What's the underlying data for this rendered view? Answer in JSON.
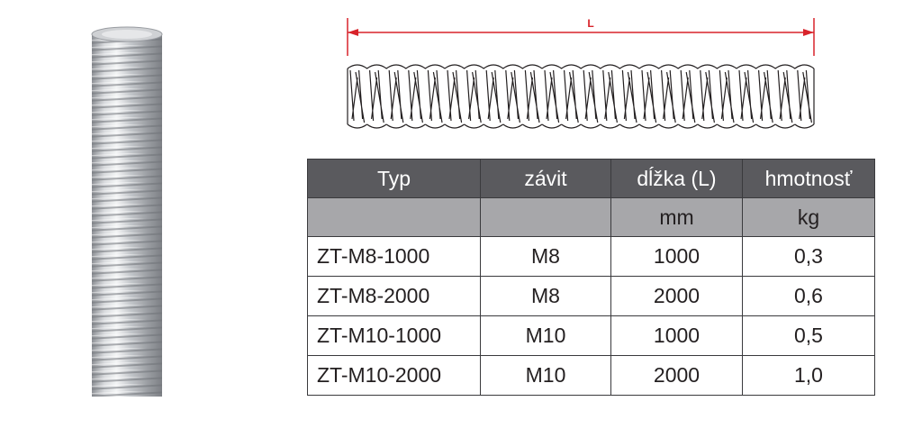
{
  "drawing": {
    "dimension_label": "L",
    "line_color": "#d8232a"
  },
  "table": {
    "headers": [
      "Typ",
      "závit",
      "dĺžka (L)",
      "hmotnosť"
    ],
    "units": [
      "",
      "",
      "mm",
      "kg"
    ],
    "rows": [
      {
        "typ": "ZT-M8-1000",
        "zavit": "M8",
        "dlzka": "1000",
        "hmotnost": "0,3"
      },
      {
        "typ": "ZT-M8-2000",
        "zavit": "M8",
        "dlzka": "2000",
        "hmotnost": "0,6"
      },
      {
        "typ": "ZT-M10-1000",
        "zavit": "M10",
        "dlzka": "1000",
        "hmotnost": "0,5"
      },
      {
        "typ": "ZT-M10-2000",
        "zavit": "M10",
        "dlzka": "2000",
        "hmotnost": "1,0"
      }
    ],
    "header_color": "#5a5a5e",
    "units_row_color": "#a7a7aa"
  }
}
